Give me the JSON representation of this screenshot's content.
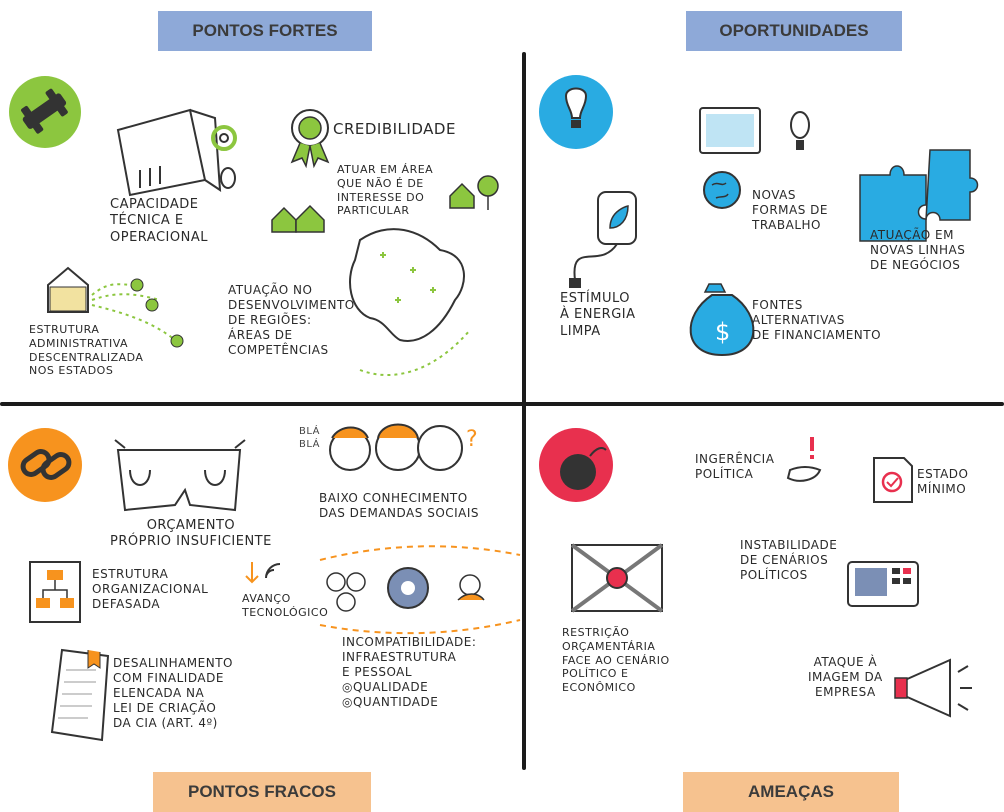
{
  "banners": {
    "top_left": "PONTOS FORTES",
    "top_right": "OPORTUNIDADES",
    "bottom_left": "PONTOS FRACOS",
    "bottom_right": "AMEAÇAS"
  },
  "colors": {
    "strengths": "#8cc63f",
    "opportunities": "#29abe2",
    "weaknesses": "#f7931e",
    "threats": "#e8304e",
    "banner_top": "#8ea9d8",
    "banner_bottom": "#f6c28f"
  },
  "strengths": {
    "capacidade": "CAPACIDADE\nTÉCNICA E\nOPERACIONAL",
    "credibilidade": "CREDIBILIDADE",
    "atuar": "ATUAR EM ÁREA\nQUE NÃO É DE\nINTERESSE DO\nPARTICULAR",
    "estrutura": "ESTRUTURA\nADMINISTRATIVA\nDESCENTRALIZADA\nNOS ESTADOS",
    "atuacao": "ATUAÇÃO NO\nDESENVOLVIMENTO\nDE REGIÕES:\nÁREAS DE\nCOMPETÊNCIAS"
  },
  "opportunities": {
    "novas_formas": "NOVAS\nFORMAS DE\nTRABALHO",
    "novas_linhas": "ATUAÇÃO EM\nNOVAS LINHAS\nDE NEGÓCIOS",
    "estimulo": "ESTÍMULO\nÀ ENERGIA\nLIMPA",
    "fontes": "FONTES\nALTERNATIVAS\nDE FINANCIAMENTO"
  },
  "weaknesses": {
    "orcamento": "ORÇAMENTO\nPRÓPRIO INSUFICIENTE",
    "baixo": "BAIXO CONHECIMENTO\nDAS DEMANDAS SOCIAIS",
    "estrutura_org": "ESTRUTURA\nORGANIZACIONAL\nDEFASADA",
    "avanco": "AVANÇO\nTECNOLÓGICO",
    "incompat": "INCOMPATIBILIDADE:\nINFRAESTRUTURA\nE PESSOAL\n◎QUALIDADE\n◎QUANTIDADE",
    "desalinhamento": "DESALINHAMENTO\nCOM FINALIDADE\nELENCADA NA\nLEI DE CRIAÇÃO\nDA CIA (ART. 4º)",
    "bla": "BLÁ\nBLÁ"
  },
  "threats": {
    "ingerencia": "INGERÊNCIA\nPOLÍTICA",
    "estado": "ESTADO\nMÍNIMO",
    "instabilidade": "INSTABILIDADE\nDE CENÁRIOS\nPOLÍTICOS",
    "restricao": "RESTRIÇÃO\nORÇAMENTÁRIA\nFACE AO CENÁRIO\nPOLÍTICO E\nECONÔMICO",
    "ataque": "ATAQUE À\nIMAGEM DA\nEMPRESA"
  }
}
